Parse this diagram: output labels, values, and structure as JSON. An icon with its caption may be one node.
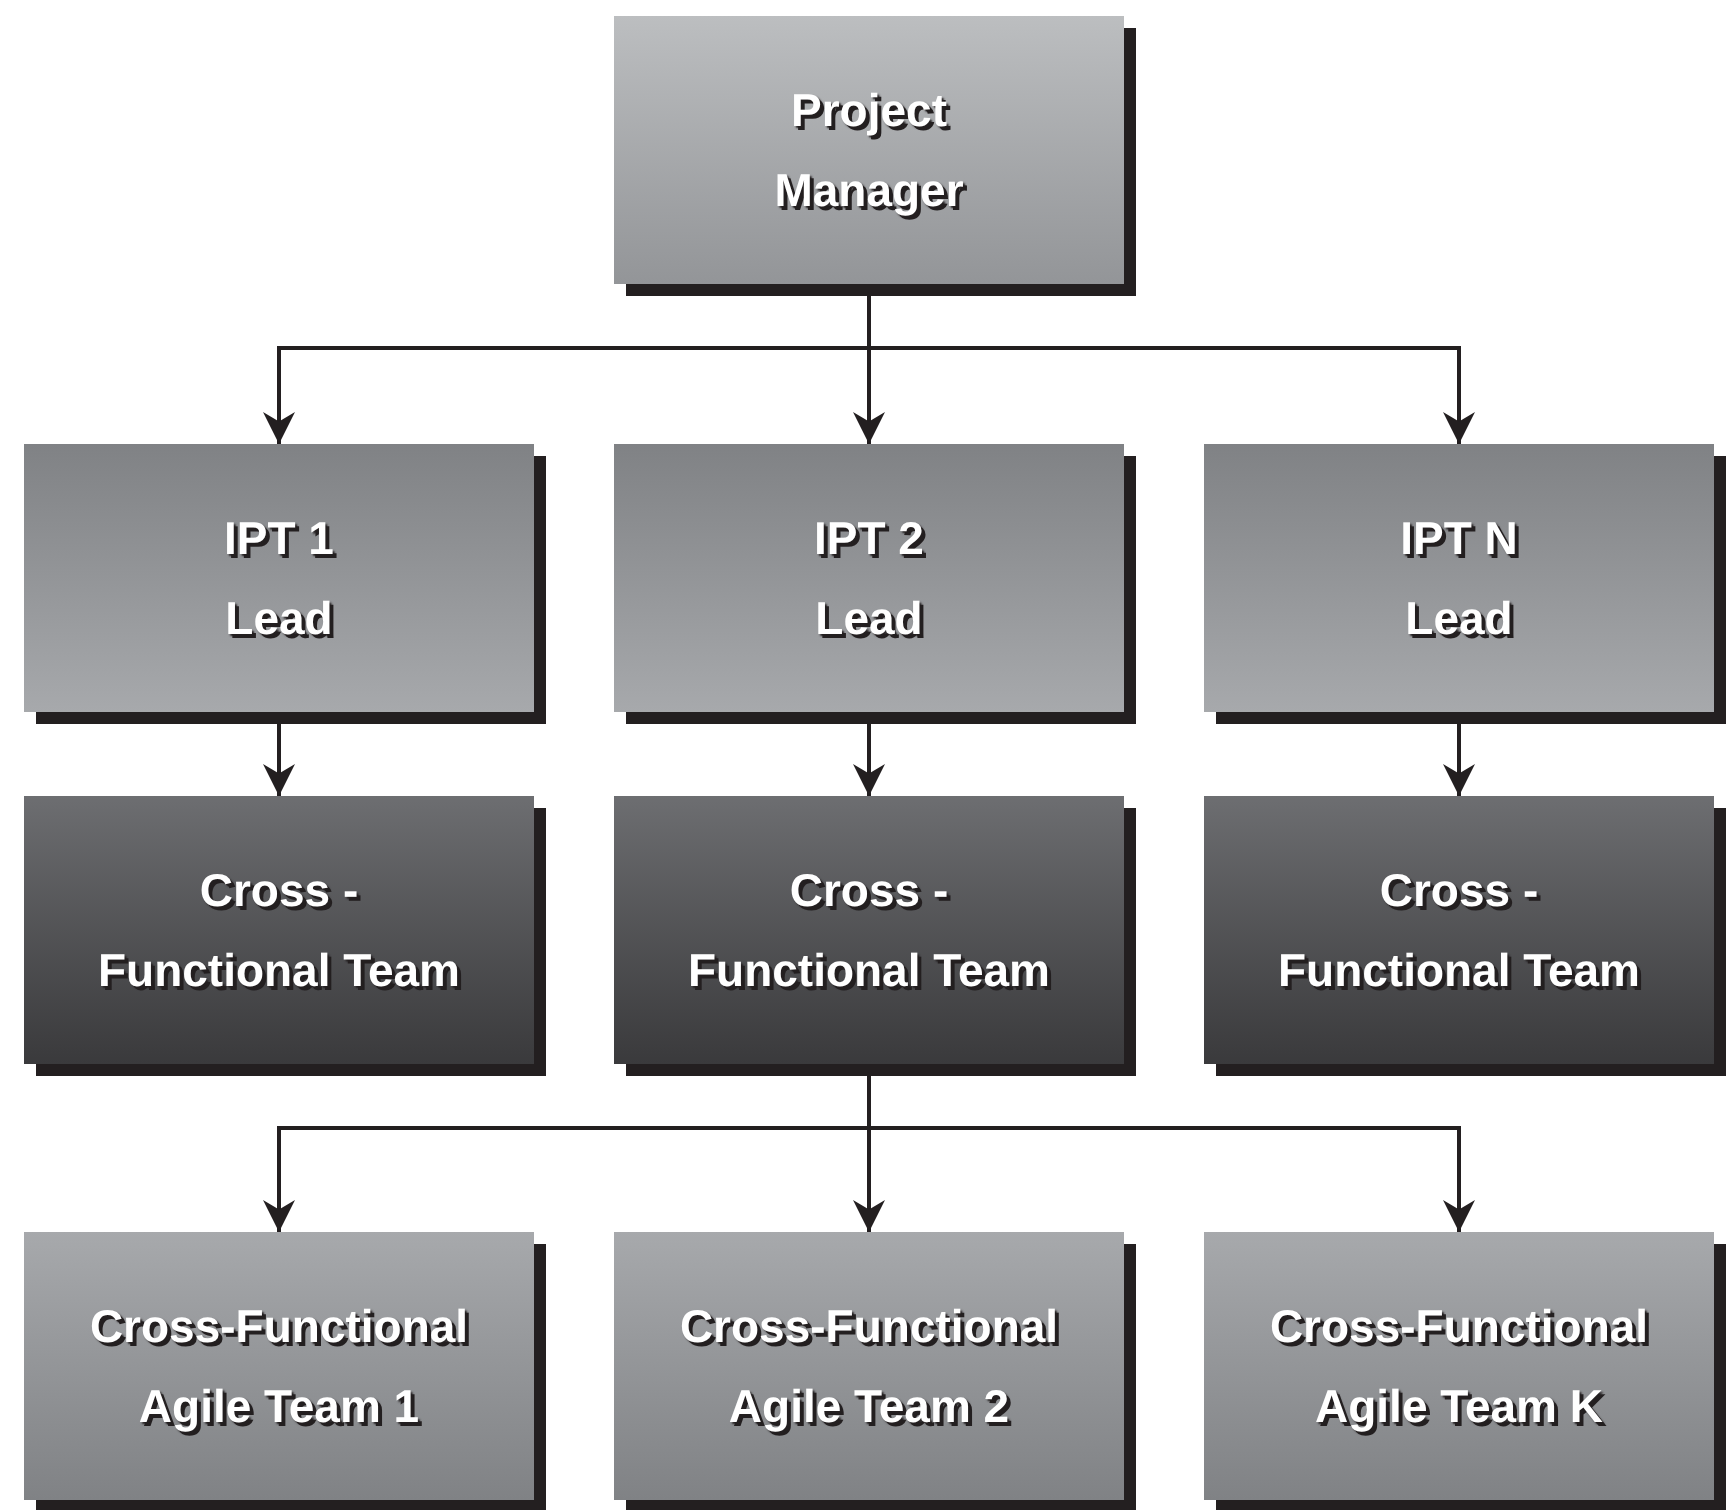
{
  "diagram": {
    "nodes": [
      {
        "text": [
          "Project Manager"
        ]
      },
      {
        "text": [
          "IPT 1 Lead"
        ]
      },
      {
        "text": [
          "IPT 2 Lead"
        ]
      },
      {
        "text": [
          "IPT N Lead"
        ]
      },
      {
        "text": [
          "Cross - Functional Team"
        ]
      },
      {
        "text": [
          "Cross - Functional Team"
        ]
      },
      {
        "text": [
          "Cross - Functional Team"
        ]
      },
      {
        "text": [
          "Cross-Functional Agile Team 1"
        ]
      },
      {
        "text": [
          "Cross-Functional Agile Team 2"
        ]
      },
      {
        "text": [
          "Cross-Functional Agile Team K"
        ]
      }
    ],
    "edges": [
      {
        "from": 0,
        "to": 1,
        "arrow": "to"
      },
      {
        "from": 0,
        "to": 2,
        "arrow": "to"
      },
      {
        "from": 0,
        "to": 3,
        "arrow": "to"
      },
      {
        "from": 1,
        "to": 4,
        "arrow": "to"
      },
      {
        "from": 2,
        "to": 5,
        "arrow": "to"
      },
      {
        "from": 3,
        "to": 6,
        "arrow": "to"
      },
      {
        "from": 5,
        "to": 7,
        "arrow": "to"
      },
      {
        "from": 5,
        "to": 8,
        "arrow": "to"
      },
      {
        "from": 5,
        "to": 9,
        "arrow": "to"
      }
    ]
  }
}
